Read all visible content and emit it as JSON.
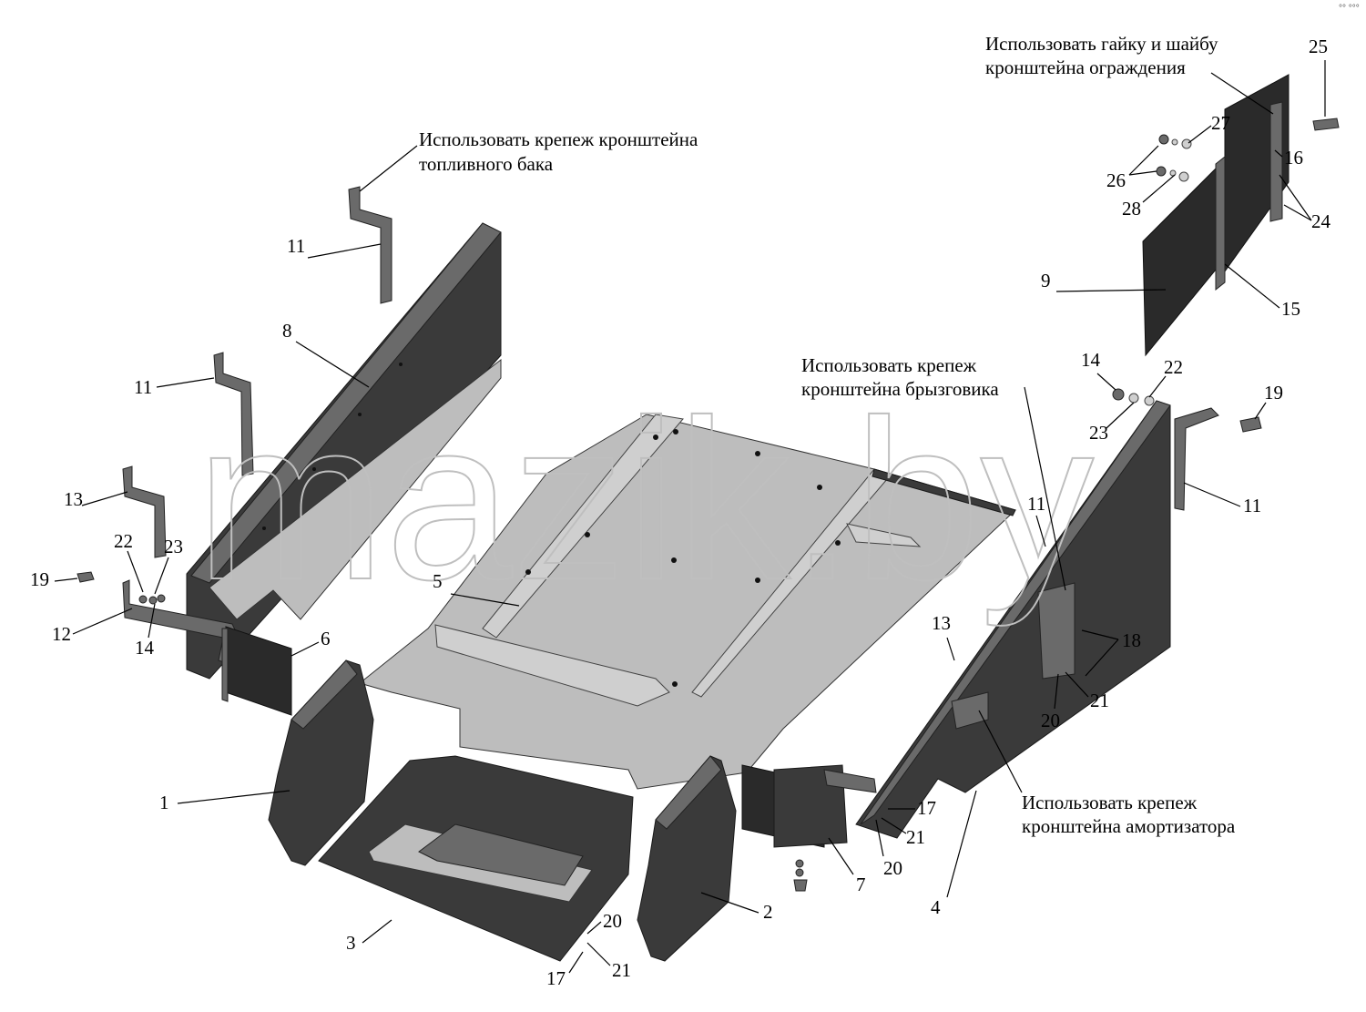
{
  "watermark": "mazik.by",
  "corner_mark": "°° °°°",
  "notes": {
    "fuel_tank_1": "Использовать крепеж кронштейна",
    "fuel_tank_2": "топливного бака",
    "guard_1": "Использовать гайку и шайбу",
    "guard_2": "кронштейна ограждения",
    "mudguard_1": "Использовать крепеж",
    "mudguard_2": "кронштейна брызговика",
    "shock_1": "Использовать крепеж",
    "shock_2": "кронштейна амортизатора"
  },
  "callouts": {
    "c1": "1",
    "c2": "2",
    "c3": "3",
    "c4": "4",
    "c5": "5",
    "c6": "6",
    "c7": "7",
    "c8": "8",
    "c9": "9",
    "c11a": "11",
    "c11b": "11",
    "c11c": "11",
    "c11d": "11",
    "c12": "12",
    "c13a": "13",
    "c13b": "13",
    "c14a": "14",
    "c14b": "14",
    "c15": "15",
    "c16": "16",
    "c17a": "17",
    "c17b": "17",
    "c18": "18",
    "c19a": "19",
    "c19b": "19",
    "c20a": "20",
    "c20b": "20",
    "c20c": "20",
    "c21a": "21",
    "c21b": "21",
    "c21c": "21",
    "c22a": "22",
    "c22b": "22",
    "c23a": "23",
    "c23b": "23",
    "c24": "24",
    "c25": "25",
    "c26": "26",
    "c27": "27",
    "c28": "28"
  }
}
